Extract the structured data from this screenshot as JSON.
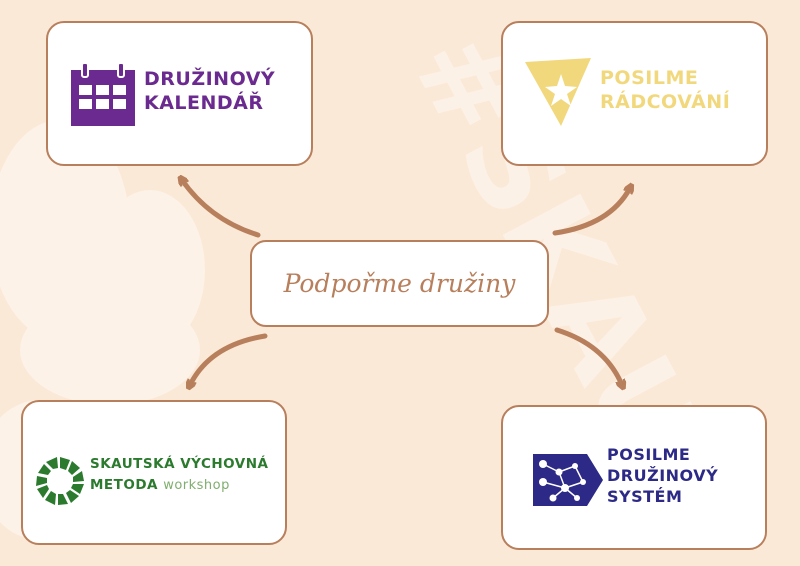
{
  "center": {
    "label": "Podpořme družiny"
  },
  "cards": {
    "kalendar": {
      "line1": "DRUŽINOVÝ",
      "line2": "KALENDÁŘ"
    },
    "radcovani": {
      "line1": "POSILME",
      "line2": "RÁDCOVÁNÍ"
    },
    "metoda": {
      "line1": "SKAUTSKÁ VÝCHOVNÁ",
      "line2": "METODA",
      "suffix": "workshop"
    },
    "system": {
      "line1": "POSILME",
      "line2": "DRUŽINOVÝ",
      "line3": "SYSTÉM"
    }
  },
  "watermark": {
    "text": "#SKAUT"
  },
  "colors": {
    "background": "#fbe9d7",
    "border": "#b87f5c",
    "arrow": "#b87f5c",
    "kalendar": "#6b2a8f",
    "radcovani": "#f2d87d",
    "metoda": "#2b7a2e",
    "system": "#2c2a86"
  },
  "icons": {
    "kalendar": "calendar-icon",
    "radcovani": "star-triangle-icon",
    "metoda": "ring-icon",
    "system": "network-shield-icon"
  }
}
